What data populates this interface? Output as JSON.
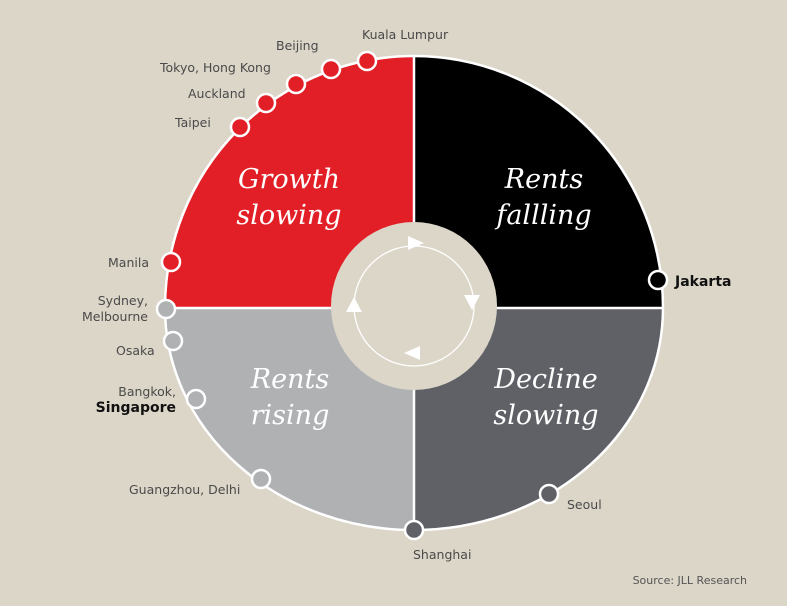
{
  "quadrants": [
    {
      "label_1": "Growth",
      "label_2": "slowing",
      "color": "#e21f26"
    },
    {
      "label_1": "Rents",
      "label_2": "fallling",
      "color": "#000000"
    },
    {
      "label_1": "Decline",
      "label_2": "slowing",
      "color": "#5f6166"
    },
    {
      "label_1": "Rents",
      "label_2": "rising",
      "color": "#b0b1b3"
    }
  ],
  "cities": {
    "kuala_lumpur": "Kuala Lumpur",
    "beijing": "Beijing",
    "tokyo_hk": "Tokyo, Hong Kong",
    "auckland": "Auckland",
    "taipei": "Taipei",
    "manila": "Manila",
    "sydney_1": "Sydney,",
    "sydney_2": "Melbourne",
    "osaka": "Osaka",
    "bangkok": "Bangkok,",
    "singapore": "Singapore",
    "guangzhou": "Guangzhou, Delhi",
    "shanghai": "Shanghai",
    "seoul": "Seoul",
    "jakarta": "Jakarta"
  },
  "source": "Source: JLL Research"
}
